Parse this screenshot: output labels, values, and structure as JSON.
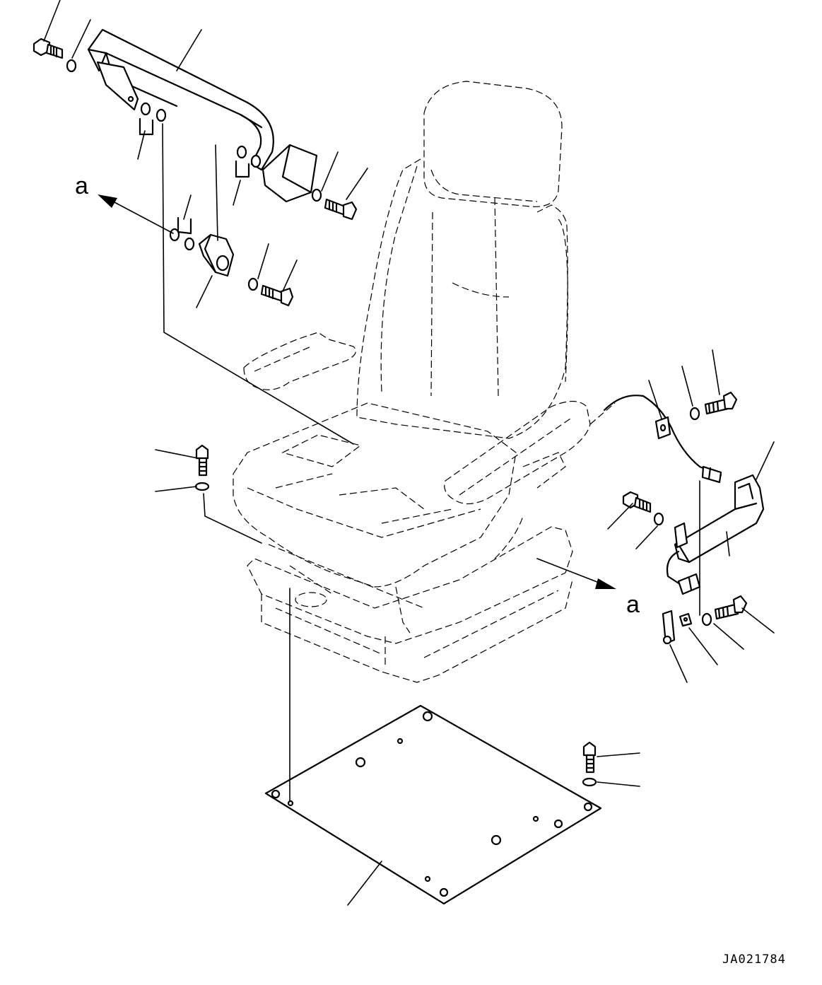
{
  "view_labels": {
    "a_top": "a",
    "a_right": "a"
  },
  "drawing_code": "JA021784"
}
